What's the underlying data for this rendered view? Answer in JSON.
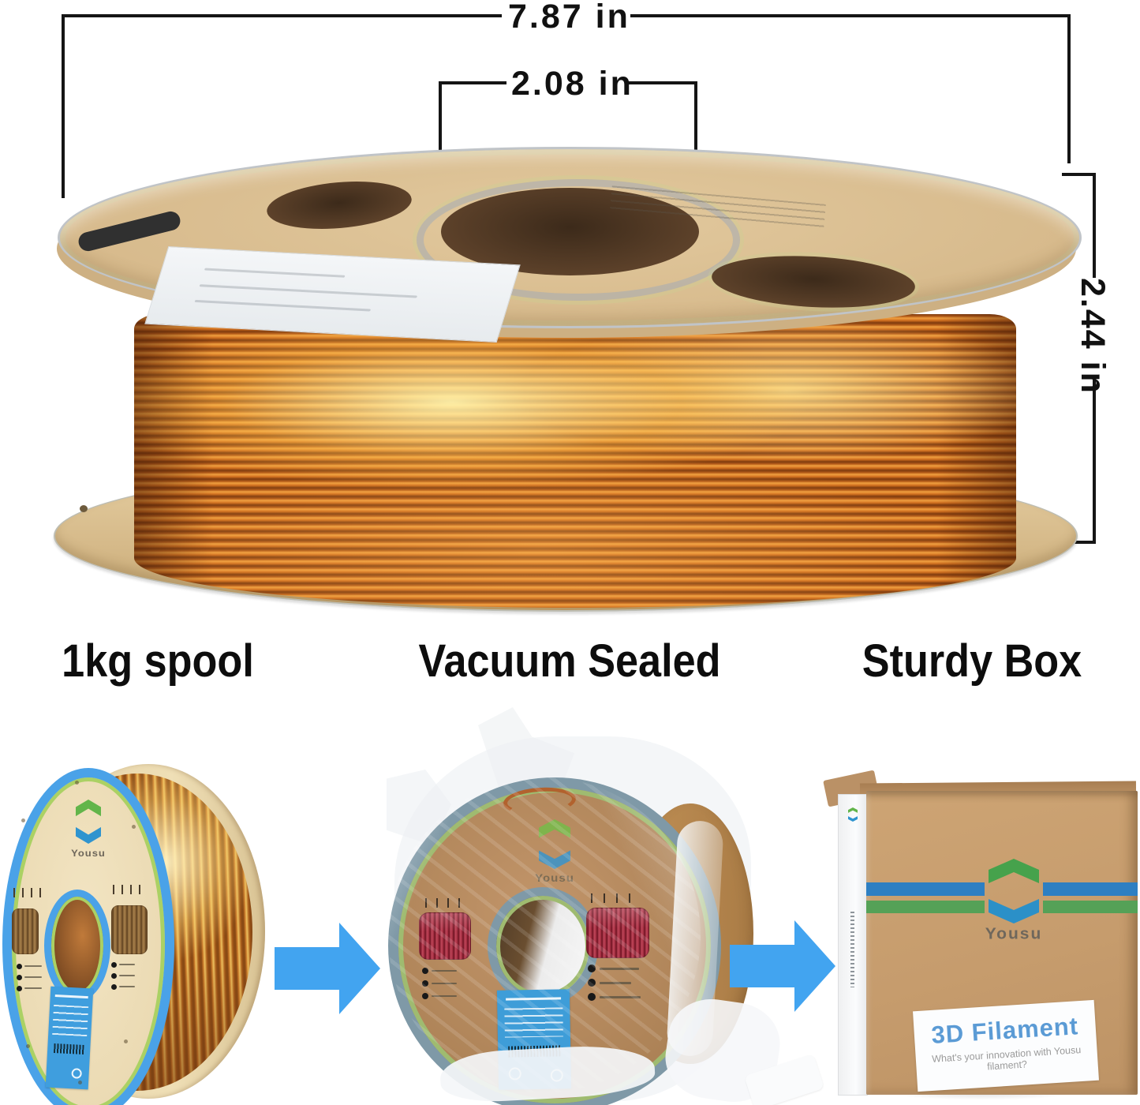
{
  "dimensions": {
    "spool_width": "7.87 in",
    "hub_diameter": "2.08 in",
    "spool_height": "2.44 in"
  },
  "features": {
    "spool": "1kg spool",
    "vacuum": "Vacuum Sealed",
    "box": "Sturdy Box"
  },
  "brand": {
    "wordmark": "Yousu"
  },
  "box_label": {
    "title": "3D Filament",
    "tagline": "What's your innovation with Yousu filament?"
  },
  "colors": {
    "arrow_blue": "#42a4f0",
    "spool_rim_blue": "#4aa2e8",
    "ring_green": "#abd164",
    "face_cream": "#f0e2c0",
    "cardboard_tan": "#d7ba8c",
    "filament_copper": "#c1661c",
    "filament_gold": "#f0a040",
    "vacuum_rim_gray_blue": "#7f99a7",
    "red_filament": "#c2485c",
    "box_cardboard": "#c69c6d",
    "stripe_blue": "#2e7fc2",
    "stripe_green": "#55a157",
    "label_blue": "#3f9ede",
    "title_blue": "#5b9bd5"
  }
}
